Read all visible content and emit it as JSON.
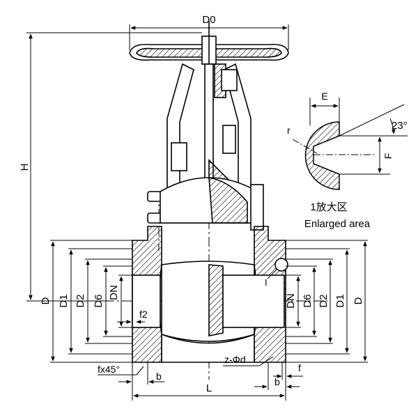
{
  "labels": {
    "d0": "D0",
    "h": "H",
    "d_left": "D",
    "d1_left": "D1",
    "d2_left": "D2",
    "d6_left": "D6",
    "dn_left": "DN",
    "dn_right": "DN",
    "d6_right": "D6",
    "d2_right": "D2",
    "d1_right": "D1",
    "d_right": "D",
    "f2": "f2",
    "chamfer": "fx45°",
    "b_left": "b",
    "b_right": "b",
    "f_right": "f",
    "l": "L",
    "bolt_holes": "z-Φd",
    "ref_i": "I",
    "e": "E",
    "r": "r",
    "angle": "23°",
    "f_detail": "F"
  },
  "detail": {
    "caption_cn": "1放大区",
    "caption_en": "Enlarged area"
  }
}
